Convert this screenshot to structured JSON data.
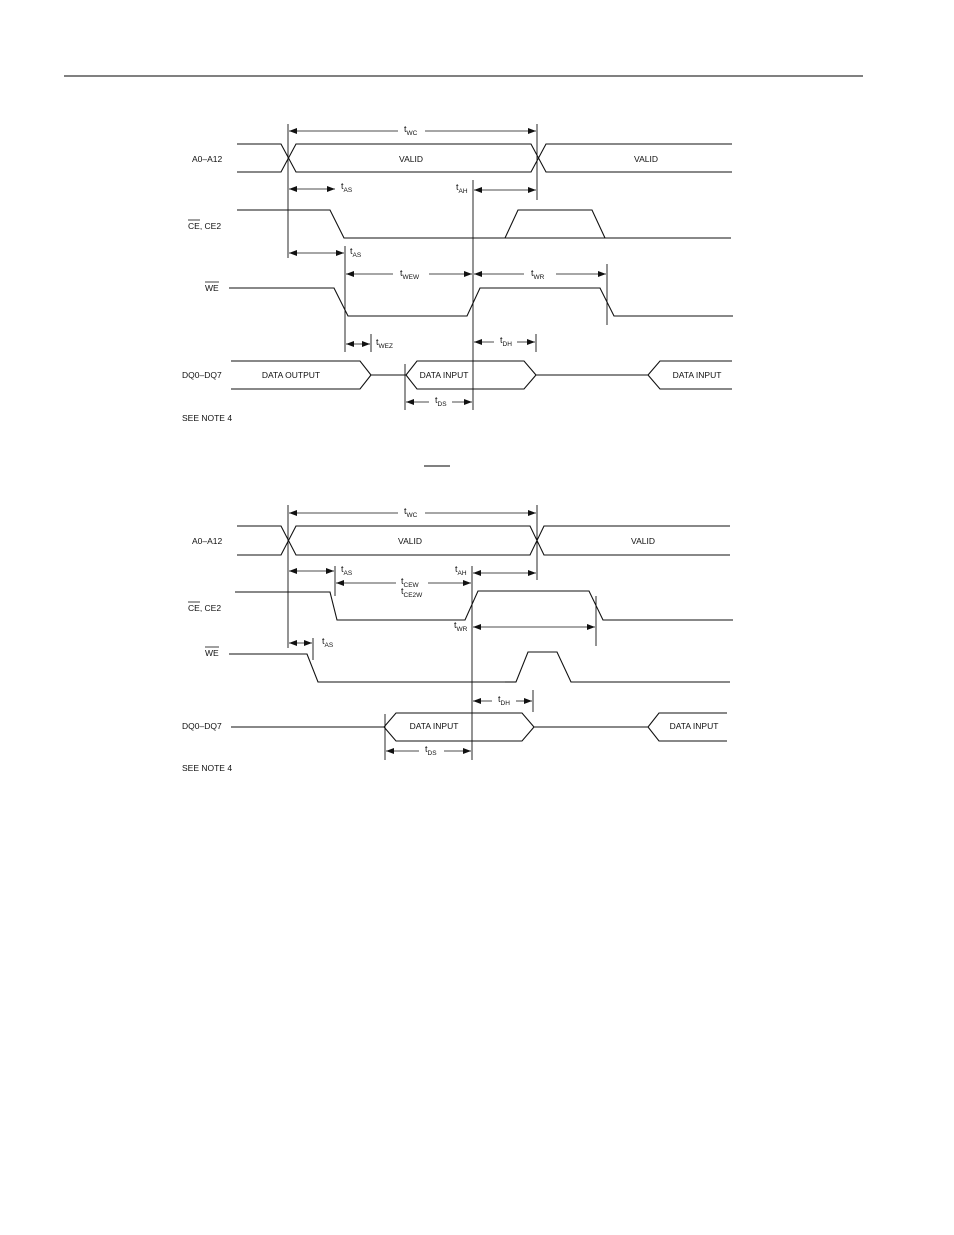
{
  "diagram1": {
    "signals": {
      "addr": "A0–A12",
      "ce_a": "CE",
      "ce_b": ", CE2",
      "we": "WE",
      "dq": "DQ0–DQ7"
    },
    "cells": {
      "valid1": "VALID",
      "valid2": "VALID",
      "data_output": "DATA OUTPUT",
      "data_input1": "DATA INPUT",
      "data_input2": "DATA INPUT"
    },
    "timings": {
      "twc": {
        "t": "t",
        "sub": "WC"
      },
      "tas1": {
        "t": "t",
        "sub": "AS"
      },
      "tah": {
        "t": "t",
        "sub": "AH"
      },
      "tas2": {
        "t": "t",
        "sub": "AS"
      },
      "twew": {
        "t": "t",
        "sub": "WEW"
      },
      "twr": {
        "t": "t",
        "sub": "WR"
      },
      "twez": {
        "t": "t",
        "sub": "WEZ"
      },
      "tdh": {
        "t": "t",
        "sub": "DH"
      },
      "tds": {
        "t": "t",
        "sub": "DS"
      }
    },
    "note": "SEE NOTE 4"
  },
  "diagram2": {
    "signals": {
      "addr": "A0–A12",
      "ce_a": "CE",
      "ce_b": ", CE2",
      "we": "WE",
      "dq": "DQ0–DQ7"
    },
    "cells": {
      "valid1": "VALID",
      "valid2": "VALID",
      "data_input1": "DATA INPUT",
      "data_input2": "DATA INPUT"
    },
    "timings": {
      "twc": {
        "t": "t",
        "sub": "WC"
      },
      "tas1": {
        "t": "t",
        "sub": "AS"
      },
      "tah": {
        "t": "t",
        "sub": "AH"
      },
      "tcew": {
        "t": "t",
        "sub": "CEW"
      },
      "tce2w": {
        "t": "t",
        "sub": "CE2W"
      },
      "twr": {
        "t": "t",
        "sub": "WR"
      },
      "tas2": {
        "t": "t",
        "sub": "AS"
      },
      "tdh": {
        "t": "t",
        "sub": "DH"
      },
      "tds": {
        "t": "t",
        "sub": "DS"
      }
    },
    "note": "SEE NOTE 4"
  }
}
